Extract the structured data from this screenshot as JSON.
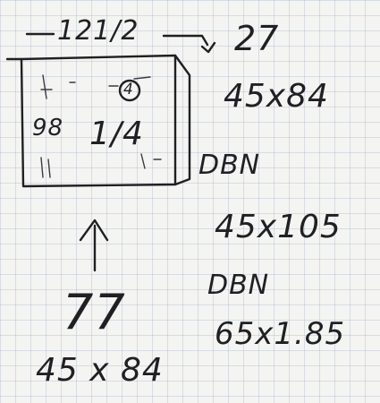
{
  "sketch": {
    "top_dimension": "121/2",
    "top_right_number": "27",
    "side_dimension": "98",
    "fraction_label": "1/4",
    "bottom_number": "77",
    "bottom_size": "45 x 84",
    "right_sizes": [
      "45x84",
      "45x105",
      "65x1.85"
    ],
    "right_codes": [
      "DBN",
      "DBN"
    ],
    "circled_mark": "4"
  }
}
